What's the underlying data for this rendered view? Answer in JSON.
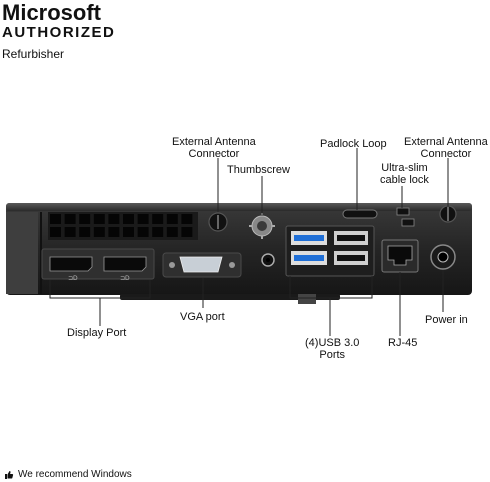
{
  "badge": {
    "brand": "Microsoft",
    "status": "AUTHORIZED",
    "role": "Refurbisher"
  },
  "callouts": {
    "antenna_left": [
      "External Antenna",
      "Connector"
    ],
    "thumbscrew": "Thumbscrew",
    "padlock_loop": "Padlock Loop",
    "antenna_right": [
      "External Antenna",
      "Connector"
    ],
    "cable_lock": [
      "Ultra-slim",
      "cable lock"
    ],
    "display_port": "Display Port",
    "vga_port": "VGA port",
    "usb": [
      "(4)USB 3.0",
      "Ports"
    ],
    "rj45": "RJ-45",
    "power_in": "Power in"
  },
  "footer": {
    "text": "We recommend Windows",
    "icon": "thumbs-up-icon"
  },
  "colors": {
    "chassis": "#2a2a2a",
    "usb_blue": "#1f6fd6",
    "leader": "#222222"
  }
}
